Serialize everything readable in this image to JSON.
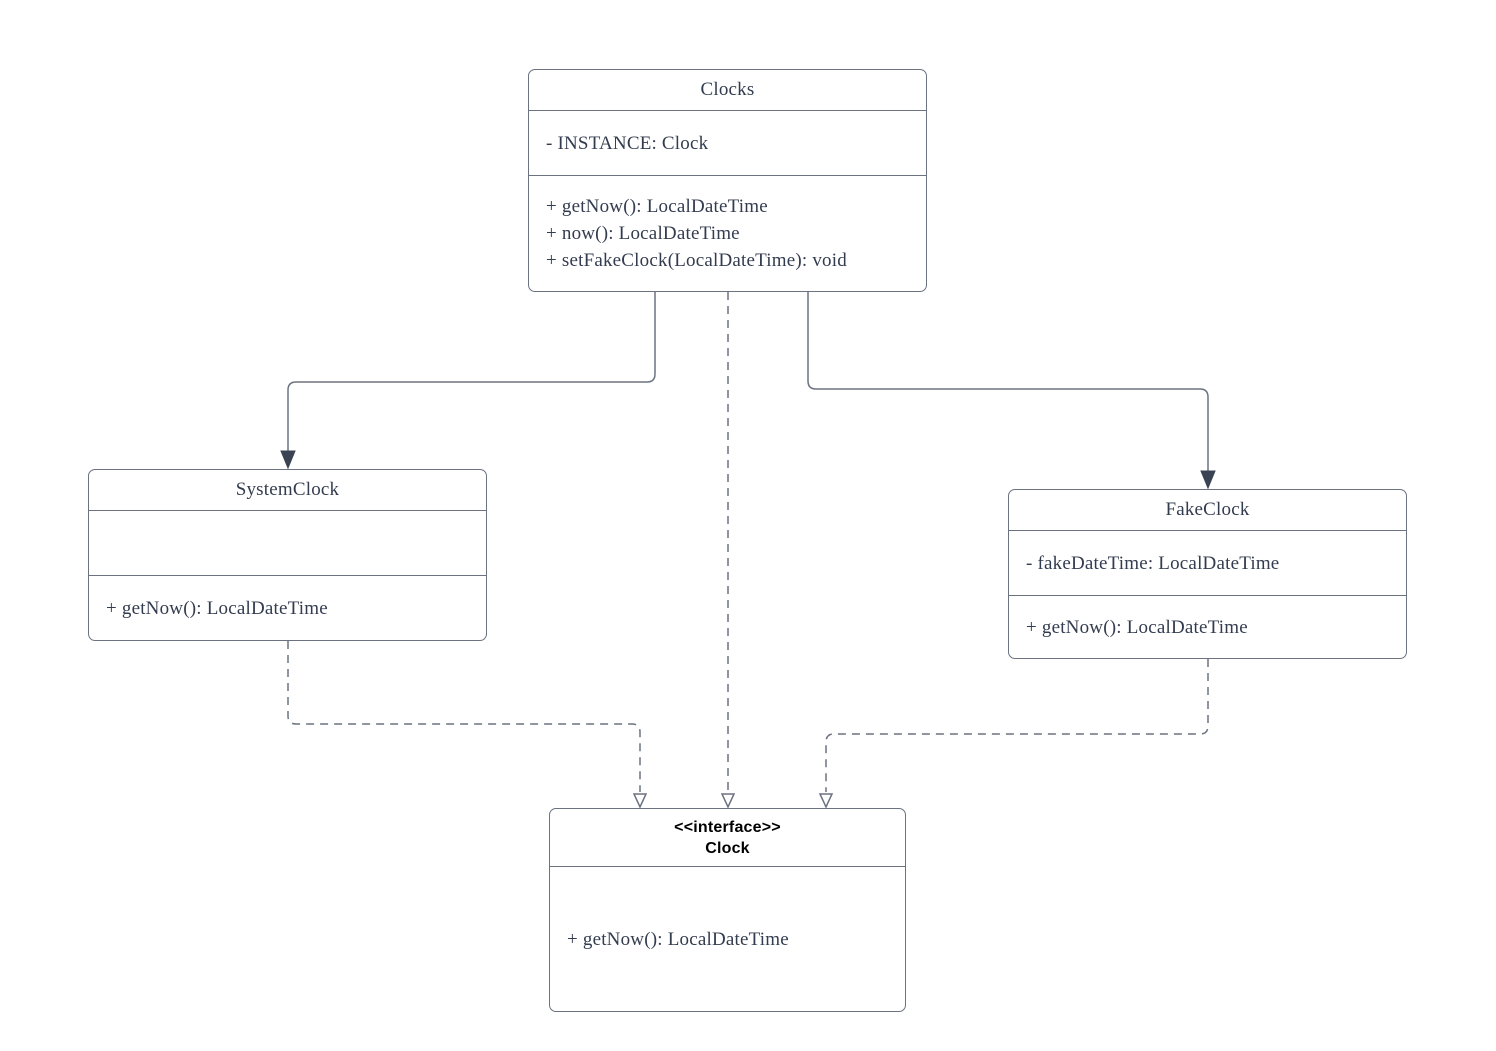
{
  "diagram": {
    "background": "#ffffff",
    "colors": {
      "line": "#6b7280",
      "box_border": "#6b7280",
      "text": "#333c4f",
      "solid_arrow_fill": "#3a4354",
      "hollow_arrow_fill": "#ffffff",
      "interface_header_text": "#000000"
    },
    "classes": {
      "clocks": {
        "title": "Clocks",
        "attributes": [
          "- INSTANCE: Clock"
        ],
        "methods": [
          "+ getNow(): LocalDateTime",
          "+ now(): LocalDateTime",
          "+ setFakeClock(LocalDateTime): void"
        ]
      },
      "system_clock": {
        "title": "SystemClock",
        "attributes": [],
        "methods": [
          "+ getNow(): LocalDateTime"
        ]
      },
      "fake_clock": {
        "title": "FakeClock",
        "attributes": [
          "- fakeDateTime: LocalDateTime"
        ],
        "methods": [
          "+ getNow(): LocalDateTime"
        ]
      },
      "clock_interface": {
        "stereotype": "<<interface>>",
        "title": "Clock",
        "methods": [
          "+ getNow(): LocalDateTime"
        ]
      }
    },
    "relationships": [
      {
        "from": "Clocks",
        "to": "SystemClock",
        "type": "directed-association",
        "line": "solid",
        "arrowhead": "filled"
      },
      {
        "from": "Clocks",
        "to": "FakeClock",
        "type": "directed-association",
        "line": "solid",
        "arrowhead": "filled"
      },
      {
        "from": "SystemClock",
        "to": "Clock",
        "type": "realization",
        "line": "dashed",
        "arrowhead": "hollow-triangle"
      },
      {
        "from": "Clocks",
        "to": "Clock",
        "type": "realization",
        "line": "dashed",
        "arrowhead": "hollow-triangle"
      },
      {
        "from": "FakeClock",
        "to": "Clock",
        "type": "realization",
        "line": "dashed",
        "arrowhead": "hollow-triangle"
      }
    ]
  }
}
